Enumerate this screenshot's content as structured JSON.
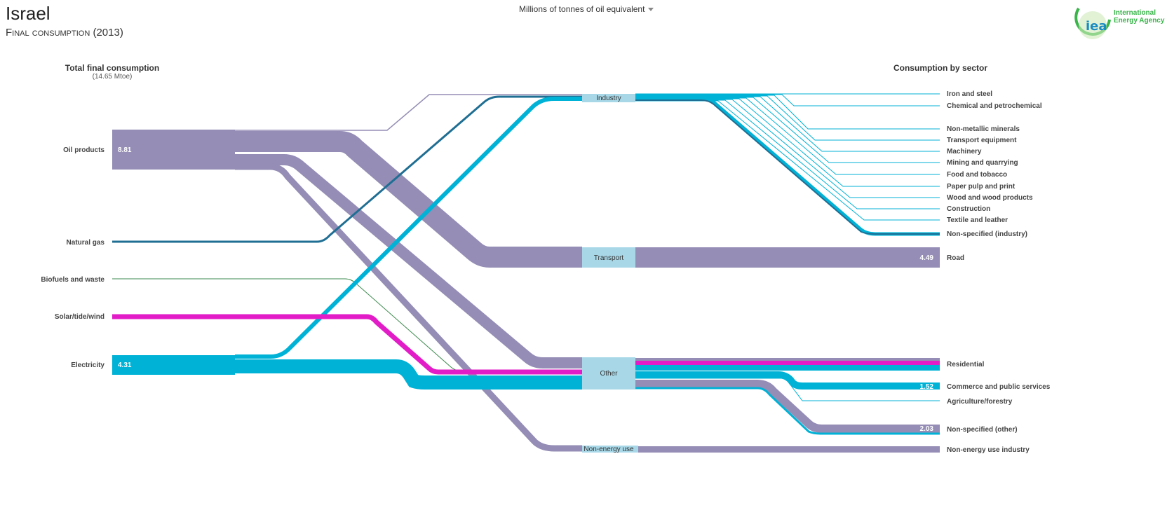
{
  "header": {
    "title": "Israel",
    "subtitle": "Final consumption (2013)",
    "units": "Millions of tonnes of oil equivalent",
    "logo_text": [
      "International",
      "Energy Agency"
    ],
    "logo_mark": "iea"
  },
  "left_column": {
    "title": "Total final consumption",
    "subtitle": "(14.65 Mtoe)"
  },
  "right_column": {
    "title": "Consumption by sector"
  },
  "colors": {
    "oil": "#958db5",
    "gas": "#1f6e93",
    "biofuels": "#3b8a4c",
    "solar": "#e21dc8",
    "electricity": "#00b2d6",
    "node": "#a8d8e8"
  },
  "sources": [
    {
      "id": "oil",
      "label": "Oil products",
      "value": "8.81"
    },
    {
      "id": "gas",
      "label": "Natural gas",
      "value": ""
    },
    {
      "id": "bio",
      "label": "Biofuels and waste",
      "value": ""
    },
    {
      "id": "solar",
      "label": "Solar/tide/wind",
      "value": ""
    },
    {
      "id": "elec",
      "label": "Electricity",
      "value": "4.31"
    }
  ],
  "nodes": [
    {
      "id": "industry",
      "label": "Industry"
    },
    {
      "id": "transport",
      "label": "Transport"
    },
    {
      "id": "other",
      "label": "Other"
    },
    {
      "id": "nonenergy",
      "label": "Non-energy use"
    }
  ],
  "sectors": [
    {
      "label": "Iron and steel",
      "value": ""
    },
    {
      "label": "Chemical and petrochemical",
      "value": ""
    },
    {
      "label": "Non-metallic minerals",
      "value": ""
    },
    {
      "label": "Transport equipment",
      "value": ""
    },
    {
      "label": "Machinery",
      "value": ""
    },
    {
      "label": "Mining and quarrying",
      "value": ""
    },
    {
      "label": "Food and tobacco",
      "value": ""
    },
    {
      "label": "Paper pulp and print",
      "value": ""
    },
    {
      "label": "Wood and wood products",
      "value": ""
    },
    {
      "label": "Construction",
      "value": ""
    },
    {
      "label": "Textile and leather",
      "value": ""
    },
    {
      "label": "Non-specified (industry)",
      "value": ""
    },
    {
      "label": "Road",
      "value": "4.49"
    },
    {
      "label": "Residential",
      "value": ""
    },
    {
      "label": "Commerce and public services",
      "value": "1.52"
    },
    {
      "label": "Agriculture/forestry",
      "value": ""
    },
    {
      "label": "Non-specified (other)",
      "value": "2.03"
    },
    {
      "label": "Non-energy use industry",
      "value": ""
    }
  ]
}
